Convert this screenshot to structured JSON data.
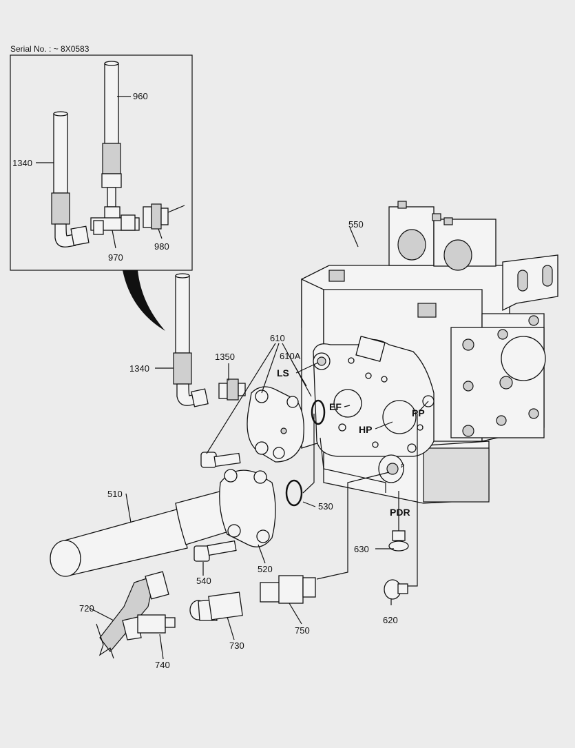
{
  "serial": "Serial No. : ~ 8X0583",
  "callouts": {
    "c960": "960",
    "c1340_top": "1340",
    "c970": "970",
    "c980": "980",
    "c550": "550",
    "c610": "610",
    "c610A": "610A",
    "c1350": "1350",
    "c1340": "1340",
    "c510": "510",
    "c530": "530",
    "c540": "540",
    "c520": "520",
    "c630": "630",
    "c620": "620",
    "c720": "720",
    "c730": "730",
    "c740": "740",
    "c750": "750"
  },
  "ports": {
    "LS": "LS",
    "EF": "EF",
    "HP": "HP",
    "PP": "PP",
    "PDR": "PDR",
    "P": "P"
  }
}
